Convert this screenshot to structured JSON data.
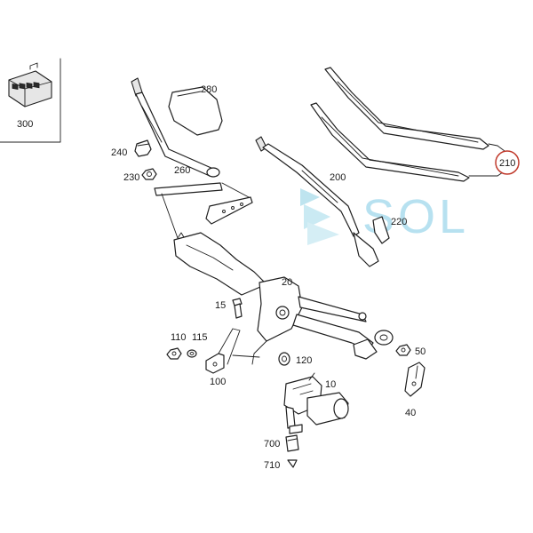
{
  "parts": {
    "p300": "300",
    "p280": "280",
    "p240": "240",
    "p230": "230",
    "p260": "260",
    "p200": "200",
    "p210": "210",
    "p220": "220",
    "p20": "20",
    "p15": "15",
    "p110": "110",
    "p115": "115",
    "p100": "100",
    "p120": "120",
    "p10": "10",
    "p50": "50",
    "p40": "40",
    "p700": "700",
    "p710": "710"
  },
  "watermark": {
    "text": "SOL"
  },
  "colors": {
    "highlight": "#c0392b",
    "watermark": "#9fd8ec",
    "line": "#1f1f1f"
  }
}
